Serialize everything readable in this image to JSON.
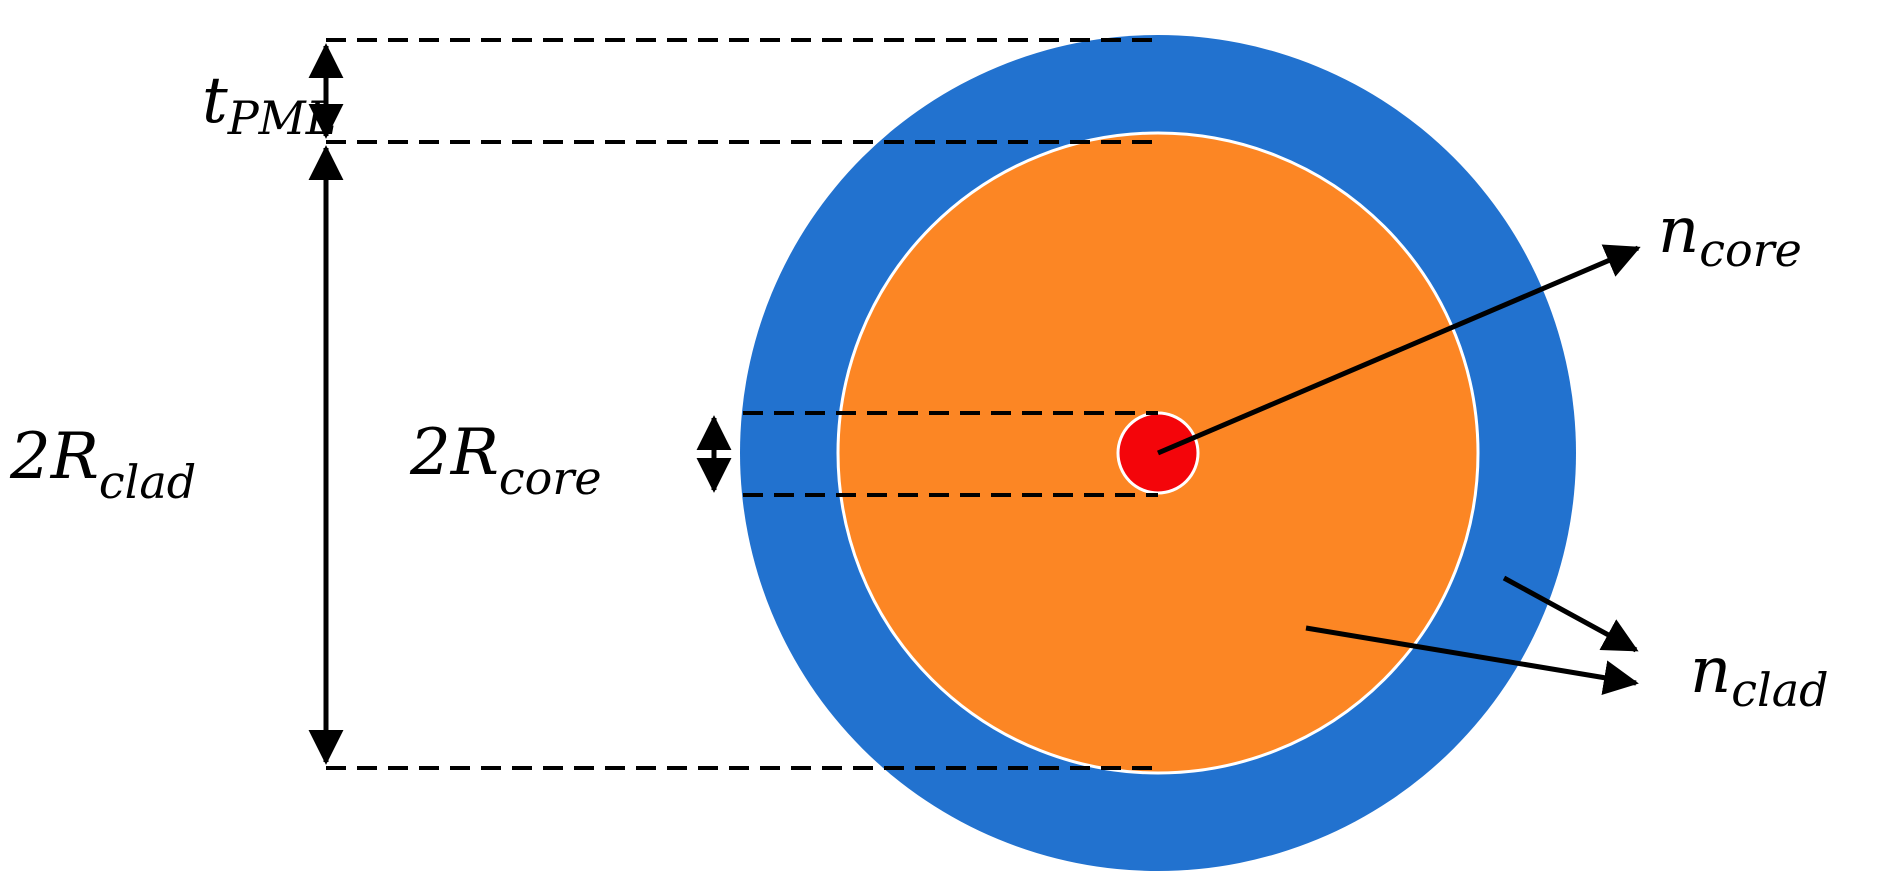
{
  "colors": {
    "pml": "#2272CF",
    "cladding": "#FC8624",
    "core": "#F4050A",
    "boundary": "#FFFFFF",
    "lines": "#000000"
  },
  "labels": {
    "t_pml": {
      "main": "t",
      "sub": "PML"
    },
    "two_r_clad": {
      "main": "2R",
      "sub": "clad"
    },
    "two_r_core": {
      "main": "2R",
      "sub": "core"
    },
    "n_core": {
      "main": "n",
      "sub": "core"
    },
    "n_clad": {
      "main": "n",
      "sub": "clad"
    }
  }
}
